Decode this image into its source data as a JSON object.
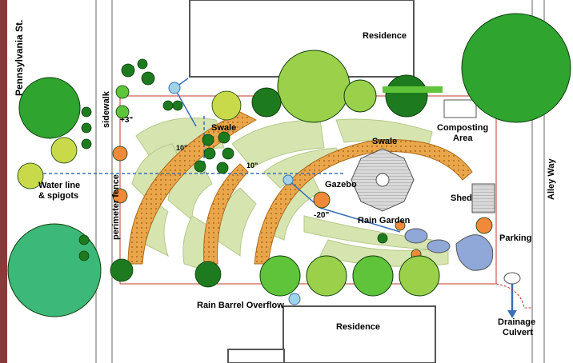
{
  "labels": {
    "street": "Pennsylvania St.",
    "sidewalk": "sidewalk",
    "perimeter_fence": "perimeter fence",
    "water_line_1": "Water line",
    "water_line_2": "& spigots",
    "residence_top": "Residence",
    "residence_bottom": "Residence",
    "swale_left": "Swale",
    "swale_center": "Swale",
    "composting_1": "Composting",
    "composting_2": "Area",
    "alley": "Alley Way",
    "gazebo": "Gazebo",
    "shed": "Shed",
    "rain_garden": "Rain Garden",
    "parking": "Parking",
    "rain_barrel": "Rain Barrel Overflow",
    "drainage_1": "Drainage",
    "drainage_2": "Culvert",
    "grade_plus3": "+3\"",
    "grade_10a": "10\"",
    "grade_10b": "10\"",
    "grade_minus20": "-20\""
  },
  "colors": {
    "street": "#8b3a3a",
    "path_fill": "#d6e4b0",
    "swale_fill": "#e9a64a",
    "water_line": "#3a6fb5",
    "tree_dark": "#1e7a1e",
    "tree_light": "#5fc43a",
    "pond": "#8fa8d8"
  }
}
